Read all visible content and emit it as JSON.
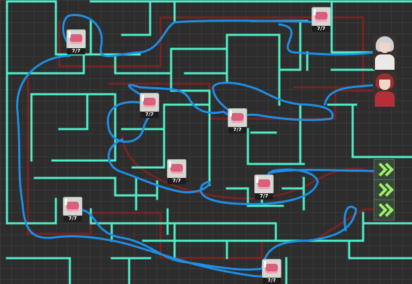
{
  "screen": "maze-route-map",
  "cake_counter": "7/7",
  "cakes": [
    {
      "id": "cake-top-left"
    },
    {
      "id": "cake-top-right"
    },
    {
      "id": "cake-center-left"
    },
    {
      "id": "cake-center"
    },
    {
      "id": "cake-middle"
    },
    {
      "id": "cake-middle-right"
    },
    {
      "id": "cake-lower-left"
    },
    {
      "id": "cake-bottom"
    }
  ],
  "characters": [
    {
      "id": "white-haired-character",
      "hair": "#cfcfd6",
      "outfit": "#ece8e8"
    },
    {
      "id": "red-haired-character",
      "hair": "#9b2f2f",
      "outfit": "#b52f39"
    }
  ],
  "exit_arrows": [
    "exit-arrow-1",
    "exit-arrow-2",
    "exit-arrow-3"
  ],
  "colors": {
    "background": "#2d2d2d",
    "maze_wall": "#4ff0c9",
    "drawn_route": "#1e8fe6",
    "suggested_route": "#8e2020",
    "arrow": "#9ef06a"
  }
}
